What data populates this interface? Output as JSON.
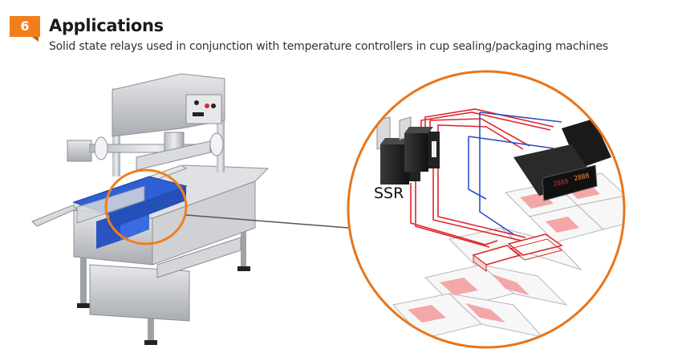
{
  "header": {
    "step_number": "6",
    "title": "Applications",
    "subtitle": "Solid state relays used in conjunction with temperature controllers in cup sealing/packaging machines"
  },
  "diagram": {
    "ssr_label": "SSR",
    "display_digits_top": "2888",
    "display_digits_bottom": "2888"
  },
  "colors": {
    "accent_orange": "#f07f1b",
    "wire_red": "#e0262b",
    "wire_blue": "#2b4fc8",
    "tray_blue": "#2f5fd6",
    "steel": "#c9cbcf",
    "seal_pink": "#f4a7a7"
  }
}
